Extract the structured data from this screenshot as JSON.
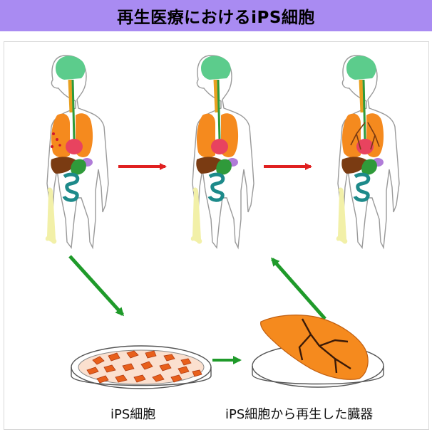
{
  "title": "再生医療におけるiPS細胞",
  "labels": {
    "ips_cells": "iPS細胞",
    "regenerated_organ": "iPS細胞から再生した臓器"
  },
  "colors": {
    "title_bar": "#a98bf2",
    "red_arrow": "#e02020",
    "green_arrow": "#1f9a2a",
    "lung": "#f58a1e",
    "brain": "#5ccc8c",
    "heart": "#e8435f",
    "liver": "#7a3b12",
    "stomach": "#2f9a3a",
    "intestine": "#1d8a8a",
    "kidney": "#b07cd8",
    "bone": "#f2f0a8",
    "cells": "#e8601c"
  }
}
